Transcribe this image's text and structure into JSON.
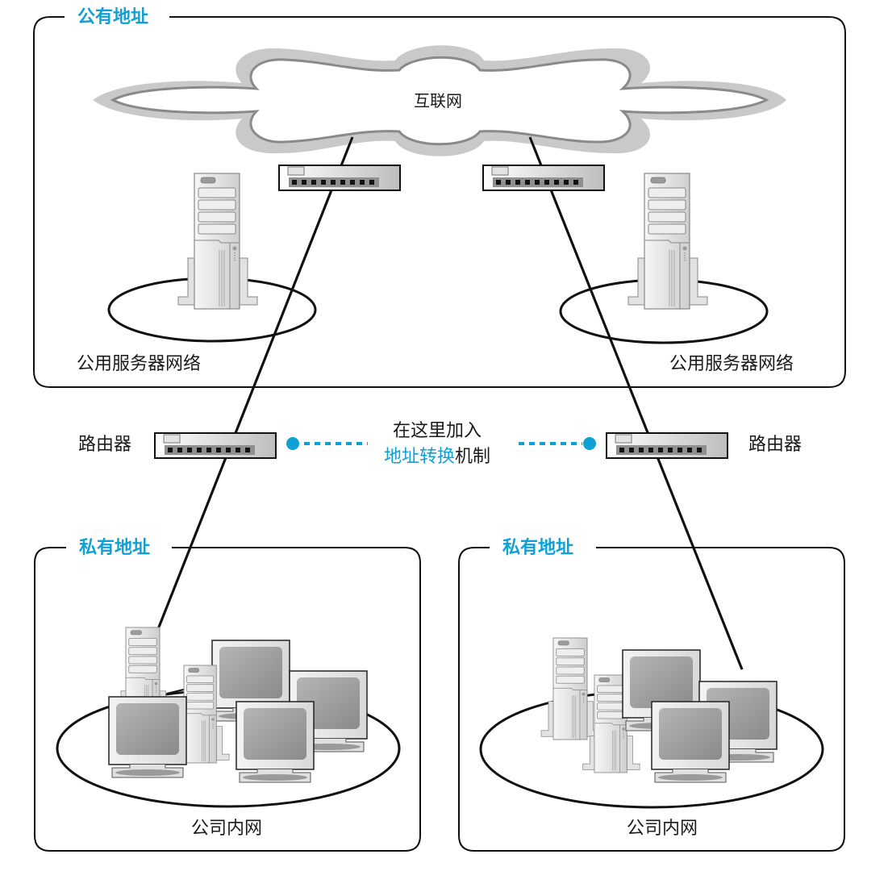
{
  "colors": {
    "accent": "#0fa0d6",
    "line": "#111111",
    "cloud_outer": "#c8c8c8",
    "cloud_stroke": "#8a8a8a",
    "device_fill": "#e9e9e9",
    "screen": "#9a9a9a"
  },
  "public_zone": {
    "title": "公有地址",
    "internet_label": "互联网",
    "server_networks": [
      {
        "label": "公用服务器网络"
      },
      {
        "label": "公用服务器网络"
      }
    ]
  },
  "routers": [
    {
      "label": "路由器"
    },
    {
      "label": "路由器"
    }
  ],
  "nat_note": {
    "line1": "在这里加入",
    "line2_highlight": "地址转换",
    "line2_rest": "机制"
  },
  "private_zones": [
    {
      "title": "私有地址",
      "network_label": "公司内网"
    },
    {
      "title": "私有地址",
      "network_label": "公司内网"
    }
  ],
  "icons": {
    "cloud": "cloud-icon",
    "switch": "switch-icon",
    "router": "router-icon",
    "server": "server-tower-icon",
    "monitor": "monitor-icon"
  }
}
